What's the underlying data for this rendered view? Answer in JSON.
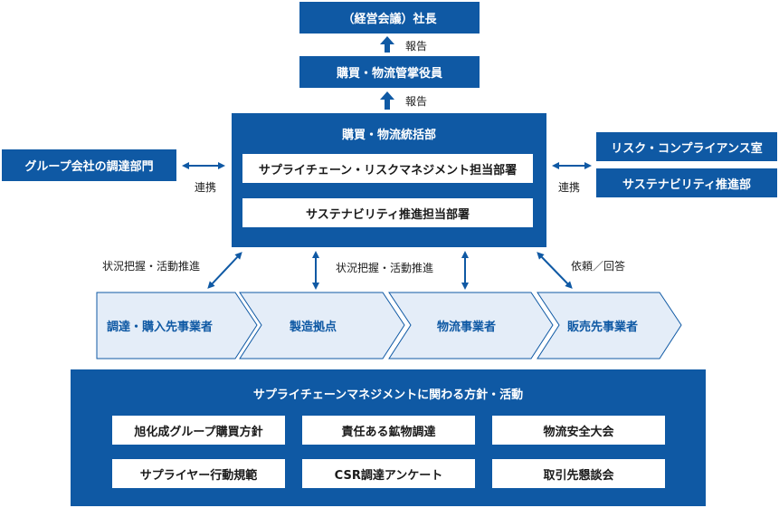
{
  "top": {
    "president": "（経営会議）社長",
    "report1": "報告",
    "officer": "購買・物流管掌役員",
    "report2": "報告"
  },
  "hq": {
    "title": "購買・物流統括部",
    "dept1": "サプライチェーン・リスクマネジメント担当部署",
    "dept2": "サステナビリティ推進担当部署"
  },
  "left": {
    "group": "グループ会社の調達部門",
    "link": "連携"
  },
  "right": {
    "risk": "リスク・コンプライアンス室",
    "sustain": "サステナビリティ推進部",
    "link": "連携"
  },
  "flow_labels": {
    "left": "状況把握・活動推進",
    "center": "状況把握・活動推進",
    "right": "依頼／回答"
  },
  "chain": [
    "調達・購入先事業者",
    "製造拠点",
    "物流事業者",
    "販売先事業者"
  ],
  "policy": {
    "title": "サプライチェーンマネジメントに関わる方針・活動",
    "items": [
      "旭化成グループ購買方針",
      "責任ある鉱物調達",
      "物流安全大会",
      "サプライヤー行動規範",
      "CSR調達アンケート",
      "取引先懇談会"
    ]
  },
  "colors": {
    "primary": "#0f59a4",
    "chain_fill": "#e4edf8",
    "chain_stroke": "#0f59a4"
  }
}
